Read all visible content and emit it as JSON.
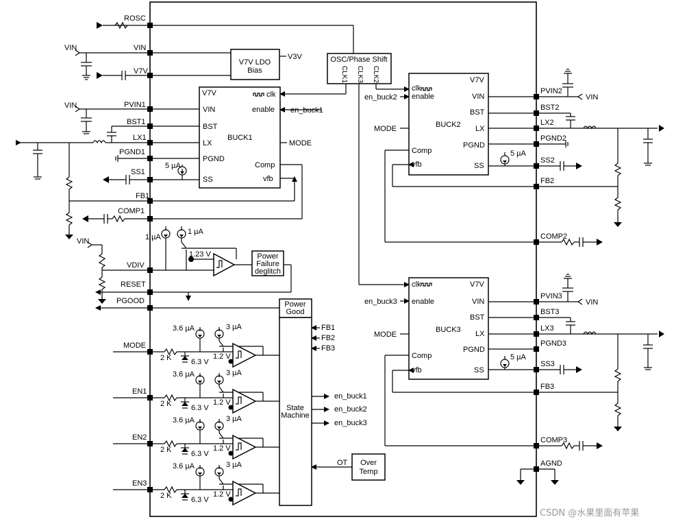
{
  "left_pins": [
    "ROSC",
    "VIN",
    "V7V",
    "PVIN1",
    "BST1",
    "LX1",
    "PGND1",
    "SS1",
    "FB1",
    "COMP1",
    "VDIV",
    "RESET",
    "PGOOD",
    "MODE",
    "EN1",
    "EN2",
    "EN3"
  ],
  "right_pins": [
    "PVIN2",
    "BST2",
    "LX2",
    "PGND2",
    "SS2",
    "FB2",
    "COMP2",
    "PVIN3",
    "BST3",
    "LX3",
    "PGND3",
    "SS3",
    "FB3",
    "COMP3",
    "AGND"
  ],
  "ldo": {
    "line1": "V7V LDO",
    "line2": "Bias",
    "out": "V3V"
  },
  "osc": {
    "title": "OSC/Phase Shift",
    "clk1": "CLK1",
    "clk3": "CLK3",
    "clk2": "CLK2"
  },
  "buck1": {
    "name": "BUCK1",
    "v7v": "V7V",
    "clk": "clk",
    "enable": "enable",
    "vin": "VIN",
    "bst": "BST",
    "lx": "LX",
    "pgnd": "PGND",
    "comp": "Comp",
    "ss": "SS",
    "vfb": "vfb",
    "mode": "MODE",
    "en_sig": "en_buck1",
    "iss": "5 µA"
  },
  "buck2": {
    "name": "BUCK2",
    "clk": "clk",
    "enable": "enable",
    "v7v": "V7V",
    "vin": "VIN",
    "bst": "BST",
    "lx": "LX",
    "pgnd": "PGND",
    "comp": "Comp",
    "ss": "SS",
    "vfb": "vfb",
    "mode": "MODE",
    "en_sig": "en_buck2",
    "iss": "5 µA",
    "vin_ext": "VIN"
  },
  "buck3": {
    "name": "BUCK3",
    "clk": "clk",
    "enable": "enable",
    "v7v": "V7V",
    "vin": "VIN",
    "bst": "BST",
    "lx": "LX",
    "pgnd": "PGND",
    "comp": "Comp",
    "ss": "SS",
    "vfb": "vfb",
    "mode": "MODE",
    "en_sig": "en_buck3",
    "iss": "5 µA",
    "vin_ext": "VIN"
  },
  "vin_ext": "VIN",
  "vdiv": {
    "i1": "1 µA",
    "i2": "1 µA",
    "vref": "1.23 V"
  },
  "pfd": {
    "l1": "Power",
    "l2": "Failure",
    "l3": "deglitch"
  },
  "pg": {
    "l1": "Power",
    "l2": "Good",
    "fb1": "FB1",
    "fb2": "FB2",
    "fb3": "FB3"
  },
  "sm": {
    "l1": "State",
    "l2": "Machine",
    "en1": "en_buck1",
    "en2": "en_buck2",
    "en3": "en_buck3",
    "ot": "OT"
  },
  "ot_box": {
    "l1": "Over",
    "l2": "Temp"
  },
  "enable_block": {
    "i_a": "3.6 µA",
    "i_b": "3 µA",
    "res": "2 K",
    "zener": "6.3 V",
    "vref": "1.2 V"
  },
  "watermark": "CSDN @水果里面有苹果"
}
